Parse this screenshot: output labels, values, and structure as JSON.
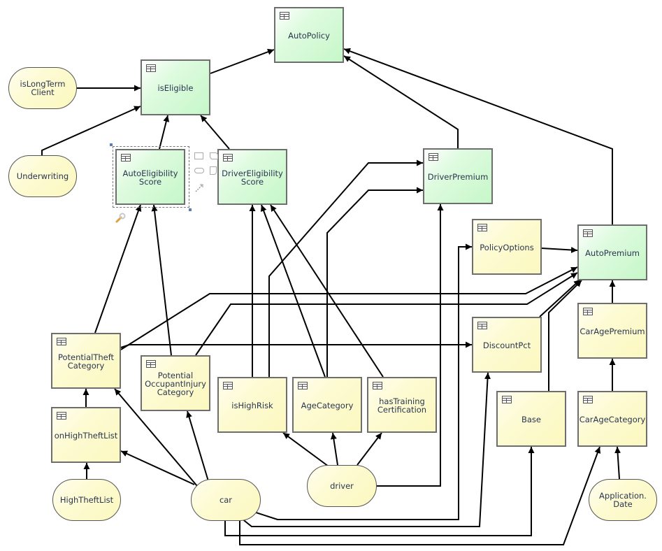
{
  "diagram": {
    "type": "Decision Requirements Diagram",
    "colors": {
      "decision_fill": "#c6f7c8",
      "input_fill": "#fbf8c0",
      "border": "#6e6e6e",
      "edge": "#000000",
      "text": "#2a3550"
    },
    "nodes": [
      {
        "id": "AutoPolicy",
        "label": "AutoPolicy",
        "kind": "decision",
        "style": "green"
      },
      {
        "id": "isEligible",
        "label": "isEligible",
        "kind": "decision",
        "style": "green"
      },
      {
        "id": "isLongTermClient",
        "label": "isLongTerm\nClient",
        "kind": "input-data",
        "style": "yellow"
      },
      {
        "id": "Underwriting",
        "label": "Underwriting",
        "kind": "input-data",
        "style": "yellow"
      },
      {
        "id": "AutoEligibilityScore",
        "label": "AutoEligibility\nScore",
        "kind": "decision",
        "style": "green",
        "selected": true
      },
      {
        "id": "DriverEligibilityScore",
        "label": "DriverEligibility\nScore",
        "kind": "decision",
        "style": "green"
      },
      {
        "id": "DriverPremium",
        "label": "DriverPremium",
        "kind": "decision",
        "style": "green"
      },
      {
        "id": "PolicyOptions",
        "label": "PolicyOptions",
        "kind": "decision",
        "style": "yellow"
      },
      {
        "id": "AutoPremium",
        "label": "AutoPremium",
        "kind": "decision",
        "style": "green"
      },
      {
        "id": "CarAgePremium",
        "label": "CarAgePremium",
        "kind": "decision",
        "style": "yellow"
      },
      {
        "id": "DiscountPct",
        "label": "DiscountPct",
        "kind": "decision",
        "style": "yellow"
      },
      {
        "id": "PotentialTheftCategory",
        "label": "PotentialTheft\nCategory",
        "kind": "decision",
        "style": "yellow"
      },
      {
        "id": "PotentialOccupantInjuryCategory",
        "label": "Potential\nOccupantInjury\nCategory",
        "kind": "decision",
        "style": "yellow"
      },
      {
        "id": "isHighRisk",
        "label": "isHighRisk",
        "kind": "decision",
        "style": "yellow"
      },
      {
        "id": "AgeCategory",
        "label": "AgeCategory",
        "kind": "decision",
        "style": "yellow"
      },
      {
        "id": "hasTrainingCertification",
        "label": "hasTraining\nCertification",
        "kind": "decision",
        "style": "yellow"
      },
      {
        "id": "Base",
        "label": "Base",
        "kind": "decision",
        "style": "yellow"
      },
      {
        "id": "CarAgeCategory",
        "label": "CarAgeCategory",
        "kind": "decision",
        "style": "yellow"
      },
      {
        "id": "onHighTheftList",
        "label": "onHighTheftList",
        "kind": "decision",
        "style": "yellow"
      },
      {
        "id": "HighTheftList",
        "label": "HighTheftList",
        "kind": "input-data",
        "style": "yellow"
      },
      {
        "id": "car",
        "label": "car",
        "kind": "input-data",
        "style": "yellow"
      },
      {
        "id": "driver",
        "label": "driver",
        "kind": "input-data",
        "style": "yellow"
      },
      {
        "id": "ApplicationDate",
        "label": "Application.\nDate",
        "kind": "input-data",
        "style": "yellow"
      }
    ],
    "edges": [
      {
        "from": "isEligible",
        "to": "AutoPolicy"
      },
      {
        "from": "DriverPremium",
        "to": "AutoPolicy"
      },
      {
        "from": "AutoPremium",
        "to": "AutoPolicy"
      },
      {
        "from": "isLongTermClient",
        "to": "isEligible"
      },
      {
        "from": "Underwriting",
        "to": "isEligible"
      },
      {
        "from": "AutoEligibilityScore",
        "to": "isEligible"
      },
      {
        "from": "DriverEligibilityScore",
        "to": "isEligible"
      },
      {
        "from": "PotentialTheftCategory",
        "to": "AutoEligibilityScore"
      },
      {
        "from": "PotentialOccupantInjuryCategory",
        "to": "AutoEligibilityScore"
      },
      {
        "from": "isHighRisk",
        "to": "DriverEligibilityScore"
      },
      {
        "from": "AgeCategory",
        "to": "DriverEligibilityScore"
      },
      {
        "from": "hasTrainingCertification",
        "to": "DriverEligibilityScore"
      },
      {
        "from": "isHighRisk",
        "to": "DriverPremium"
      },
      {
        "from": "AgeCategory",
        "to": "DriverPremium"
      },
      {
        "from": "driver",
        "to": "DriverPremium"
      },
      {
        "from": "PolicyOptions",
        "to": "AutoPremium"
      },
      {
        "from": "PotentialTheftCategory",
        "to": "AutoPremium"
      },
      {
        "from": "PotentialOccupantInjuryCategory",
        "to": "AutoPremium"
      },
      {
        "from": "DiscountPct",
        "to": "AutoPremium"
      },
      {
        "from": "Base",
        "to": "AutoPremium"
      },
      {
        "from": "CarAgePremium",
        "to": "AutoPremium"
      },
      {
        "from": "CarAgeCategory",
        "to": "CarAgePremium"
      },
      {
        "from": "PotentialTheftCategory",
        "to": "DiscountPct"
      },
      {
        "from": "onHighTheftList",
        "to": "PotentialTheftCategory"
      },
      {
        "from": "car",
        "to": "PotentialTheftCategory"
      },
      {
        "from": "car",
        "to": "PotentialOccupantInjuryCategory"
      },
      {
        "from": "car",
        "to": "onHighTheftList"
      },
      {
        "from": "HighTheftList",
        "to": "onHighTheftList"
      },
      {
        "from": "driver",
        "to": "isHighRisk"
      },
      {
        "from": "driver",
        "to": "AgeCategory"
      },
      {
        "from": "driver",
        "to": "hasTrainingCertification"
      },
      {
        "from": "car",
        "to": "PolicyOptions"
      },
      {
        "from": "car",
        "to": "DiscountPct"
      },
      {
        "from": "car",
        "to": "Base"
      },
      {
        "from": "car",
        "to": "CarAgeCategory"
      },
      {
        "from": "ApplicationDate",
        "to": "CarAgeCategory"
      }
    ]
  }
}
